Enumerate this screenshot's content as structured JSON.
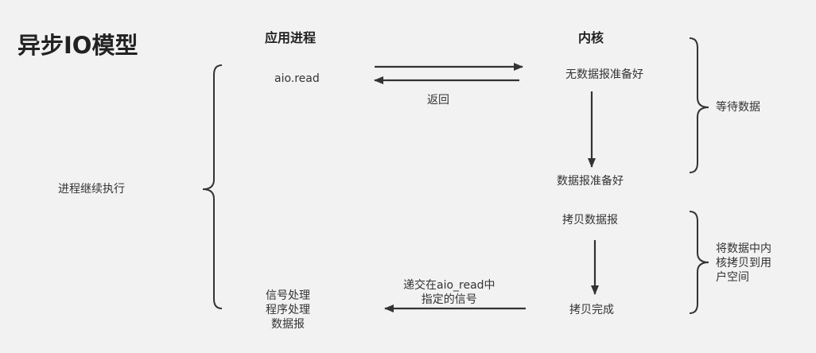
{
  "title": "异步IO模型",
  "headers": {
    "app": "应用进程",
    "kernel": "内核"
  },
  "labels": {
    "aio_read": "aio.read",
    "return": "返回",
    "no_data_ready": "无数据报准备好",
    "data_ready": "数据报准备好",
    "copy_data": "拷贝数据报",
    "copy_done": "拷贝完成",
    "continue_exec": "进程继续执行",
    "deliver_signal": "递交在aio_read中\n指定的信号",
    "signal_handler": "信号处理\n程序处理\n数据报",
    "wait_data": "等待数据",
    "copy_to_user": "将数据中内\n核拷贝到用\n户空间"
  },
  "colors": {
    "background": "#f2f2f2",
    "stroke": "#333333"
  }
}
